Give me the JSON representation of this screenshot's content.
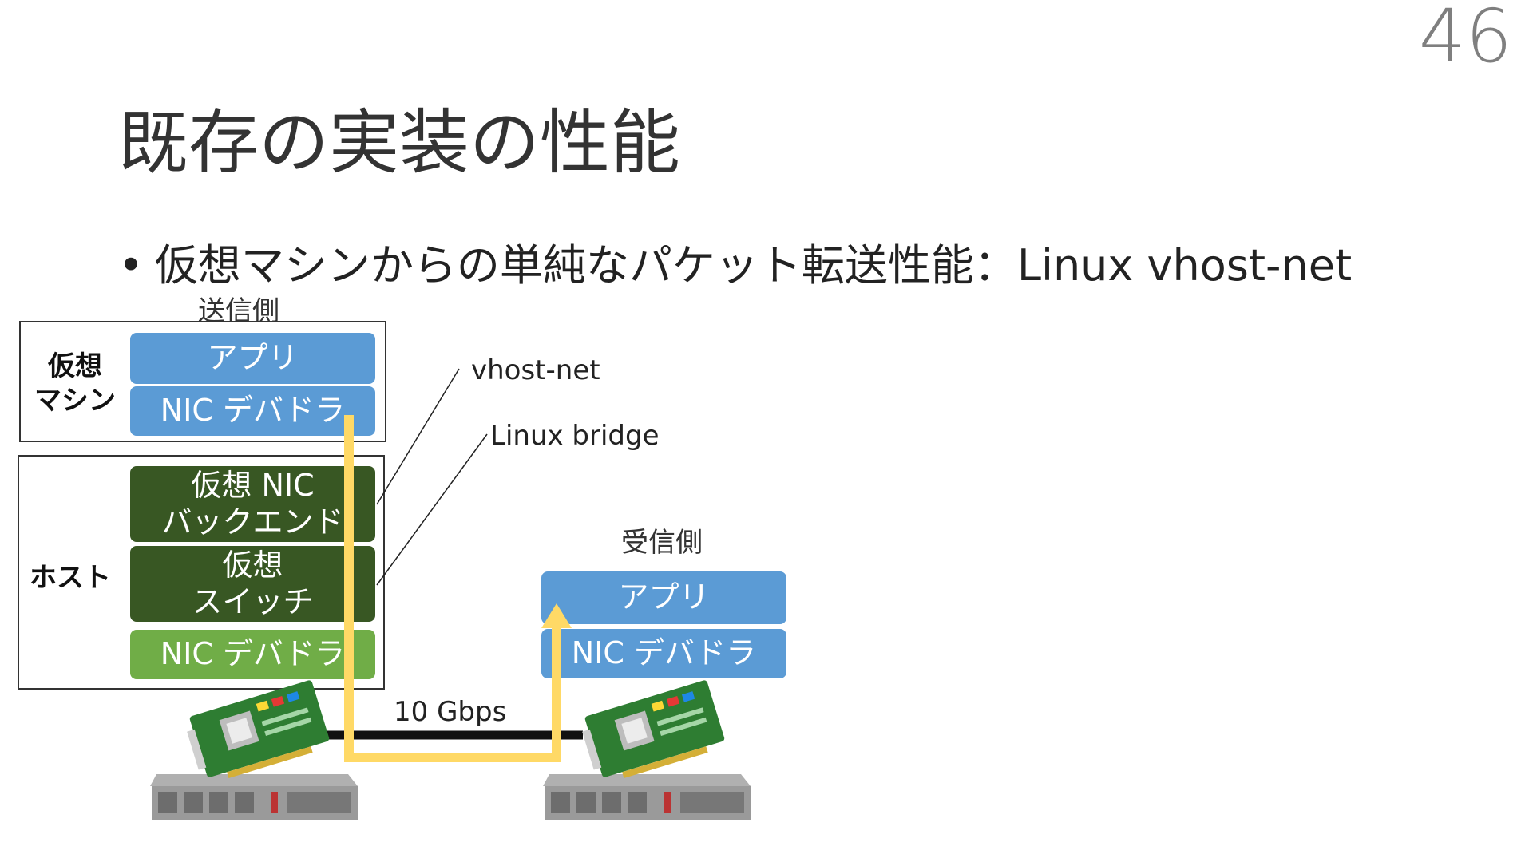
{
  "page_number": "46",
  "title": "既存の実装の性能",
  "bullet": "仮想マシンからの単純なパケット転送性能：Linux vhost-net",
  "sender": {
    "label": "送信側",
    "vm_label_line1": "仮想",
    "vm_label_line2": "マシン",
    "host_label": "ホスト",
    "app": "アプリ",
    "nic_driver": "NIC デバドラ",
    "vnic_line1": "仮想 NIC",
    "vnic_line2": "バックエンド",
    "vswitch_line1": "仮想",
    "vswitch_line2": "スイッチ",
    "host_nic_driver": "NIC デバドラ"
  },
  "receiver": {
    "label": "受信側",
    "app": "アプリ",
    "nic_driver": "NIC デバドラ"
  },
  "callouts": {
    "vhost": "vhost-net",
    "bridge": "Linux bridge"
  },
  "link_speed": "10 Gbps",
  "colors": {
    "app_blue": "#5b9bd5",
    "host_dark_green": "#385723",
    "nic_light_green": "#70ad47",
    "packet_path_yellow": "#ffd966"
  },
  "icons": [
    "nic-card-icon",
    "server-chassis-icon"
  ]
}
